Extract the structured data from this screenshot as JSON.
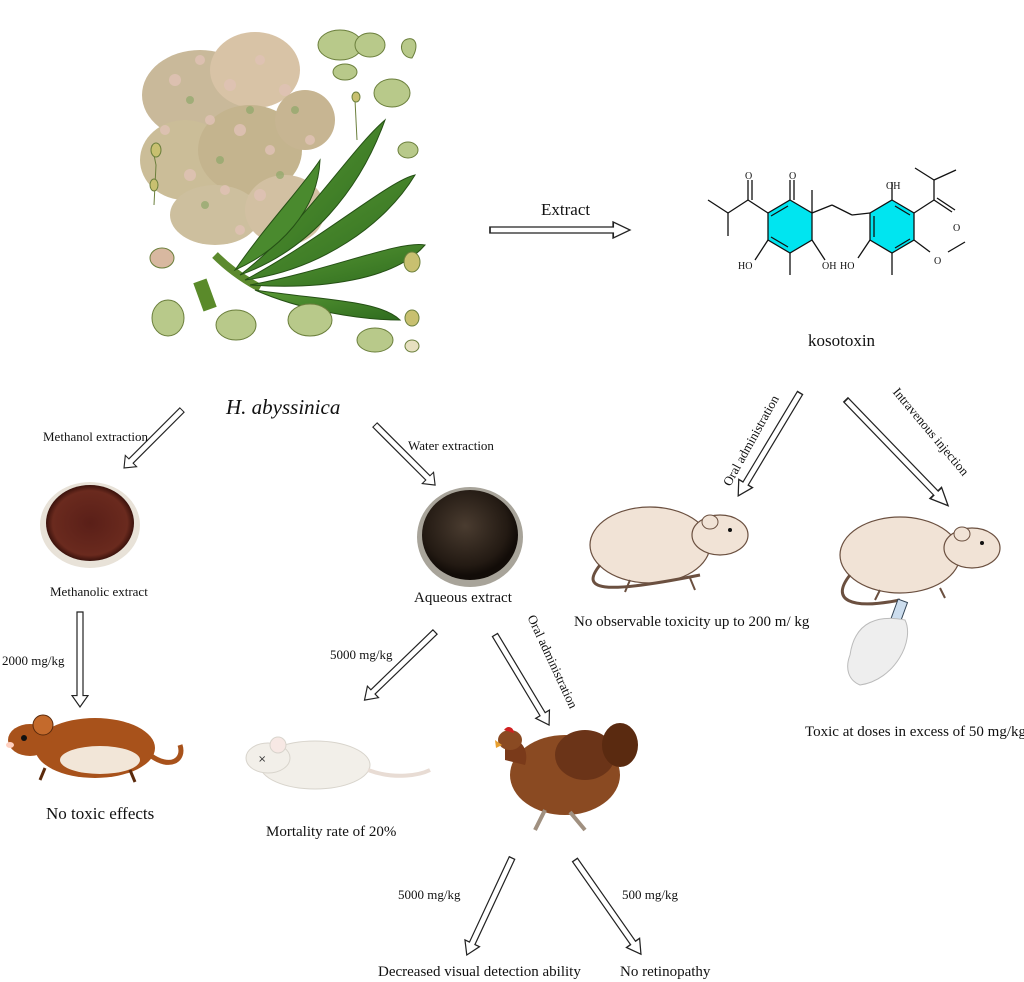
{
  "plant_name": "H. abyssinica",
  "compound": {
    "name": "kosotoxin",
    "atoms": {
      "o1": "O",
      "o2": "O",
      "oh1": "OH",
      "ho1": "HO",
      "ho2": "HO",
      "oh2": "OH",
      "o_methoxy": "O"
    }
  },
  "arrows": {
    "extract": "Extract",
    "methanol": "Methanol extraction",
    "water": "Water extraction",
    "oral_kosotoxin": "Oral administration",
    "intravenous": "Intravenous injection",
    "methanolic_dose": "2000 mg/kg",
    "aqueous_mouse_dose": "5000 mg/kg",
    "oral_chicken": "Oral administration",
    "chicken_high_dose": "5000 mg/kg",
    "chicken_low_dose": "500 mg/kg"
  },
  "products": {
    "methanolic": "Methanolic extract",
    "aqueous": "Aqueous extract"
  },
  "outcomes": {
    "methanolic": "No toxic effects",
    "aqueous_mouse": "Mortality rate of 20%",
    "oral_kosotoxin": "No observable toxicity up to 200 m/ kg",
    "intravenous": "Toxic at doses in excess of 50 mg/kg",
    "chicken_high": "Decreased visual detection ability",
    "chicken_low": "No retinopathy"
  },
  "colors": {
    "ring_fill": "#00e5f0",
    "arrow_stroke": "#222222",
    "rat_body": "#f1e3d6",
    "mouse_brown": "#a8521b"
  }
}
